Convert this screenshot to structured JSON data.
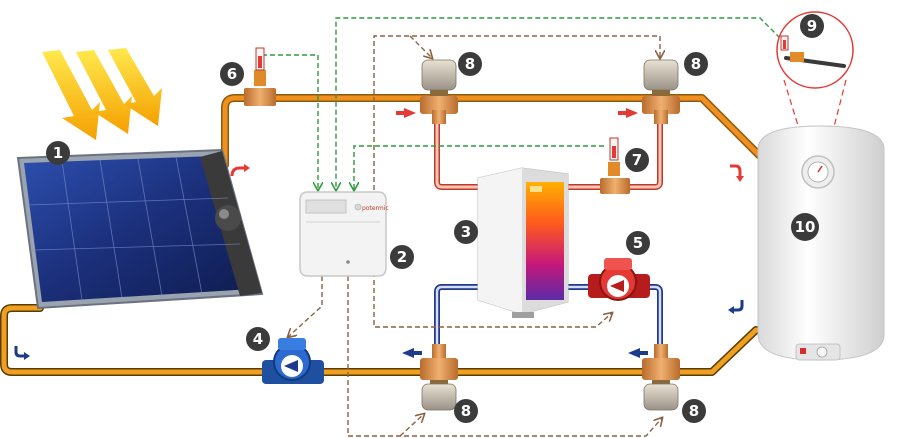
{
  "badges": {
    "solar_panel": "1",
    "controller": "2",
    "heat_pump": "3",
    "blue_pump": "4",
    "red_pump": "5",
    "sensor_top_left": "6",
    "sensor_mid": "7",
    "valve": "8",
    "tank_sensor": "9",
    "water_tank": "10"
  },
  "controller": {
    "brand": "potermic"
  },
  "colors": {
    "hot_pipe": "#f0901e",
    "cold_pipe": "#1f3a8a",
    "badge": "#3b3b3b",
    "signal_green": "#2e9b3e",
    "signal_brown": "#8b6240",
    "flow_arrow_red": "#e53935",
    "flow_arrow_blue": "#1e3a8a"
  }
}
